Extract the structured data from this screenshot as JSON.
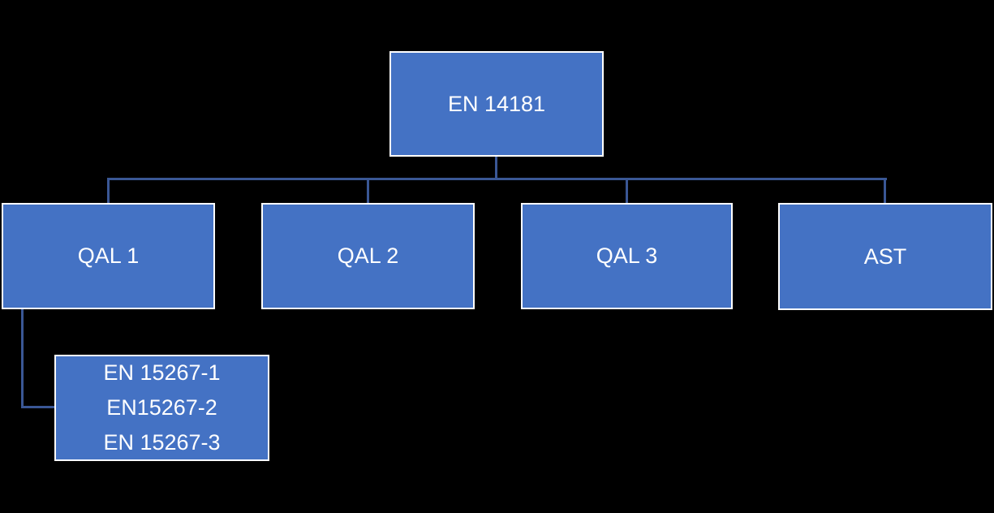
{
  "diagram": {
    "type": "org-chart",
    "background_color": "#000000",
    "node_fill_color": "#4472C4",
    "node_border_color": "#FFFFFF",
    "connector_color": "#3A5795",
    "text_color": "#FFFFFF",
    "nodes": {
      "root": {
        "label": "EN 14181"
      },
      "qal1": {
        "label": "QAL 1"
      },
      "qal2": {
        "label": "QAL 2"
      },
      "qal3": {
        "label": "QAL 3"
      },
      "ast": {
        "label": "AST"
      },
      "en15267": {
        "lines": [
          "EN 15267-1",
          "EN15267-2",
          "EN 15267-3"
        ]
      }
    },
    "edges": [
      {
        "from": "root",
        "to": "qal1"
      },
      {
        "from": "root",
        "to": "qal2"
      },
      {
        "from": "root",
        "to": "qal3"
      },
      {
        "from": "root",
        "to": "ast"
      },
      {
        "from": "qal1",
        "to": "en15267"
      }
    ]
  }
}
